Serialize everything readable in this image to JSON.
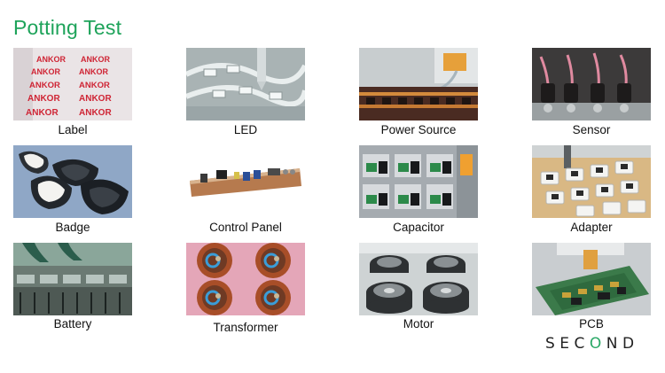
{
  "title": "Potting Test",
  "items": [
    {
      "caption": "Label",
      "icon": "label-photo"
    },
    {
      "caption": "LED",
      "icon": "led-photo"
    },
    {
      "caption": "Power Source",
      "icon": "power-source-photo"
    },
    {
      "caption": "Sensor",
      "icon": "sensor-photo"
    },
    {
      "caption": "Badge",
      "icon": "badge-photo"
    },
    {
      "caption": "Control Panel",
      "icon": "control-panel-photo"
    },
    {
      "caption": "Capacitor",
      "icon": "capacitor-photo"
    },
    {
      "caption": "Adapter",
      "icon": "adapter-photo"
    },
    {
      "caption": "Battery",
      "icon": "battery-photo"
    },
    {
      "caption": "Transformer",
      "icon": "transformer-photo"
    },
    {
      "caption": "Motor",
      "icon": "motor-photo"
    },
    {
      "caption": "PCB",
      "icon": "pcb-photo"
    }
  ],
  "label_photo_text": "ANKOR",
  "logo": {
    "text": "SECOND",
    "pre": "SEC",
    "o": "O",
    "post": "ND",
    "accent": "#2aa866"
  },
  "colors": {
    "title": "#1ea35a",
    "text": "#111111"
  }
}
